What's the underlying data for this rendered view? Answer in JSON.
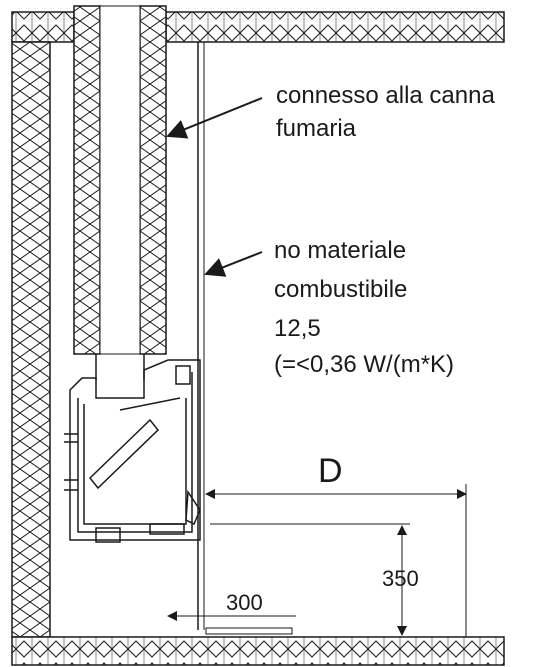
{
  "diagram": {
    "labels": {
      "flue_line1": "connesso alla canna",
      "flue_line2": "fumaria",
      "wall_line1": "no materiale",
      "wall_line2": "combustibile",
      "wall_line3": "12,5",
      "wall_line4": "(=<0,36 W/(m*K)"
    },
    "dimensions": {
      "depth": "D",
      "height": "350",
      "floor": "300"
    },
    "colors": {
      "line": "#1a1a1a",
      "background": "#ffffff"
    }
  }
}
